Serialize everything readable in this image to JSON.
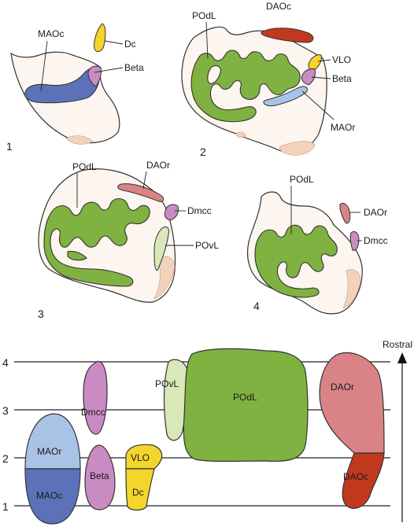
{
  "sections": [
    {
      "number": "1",
      "labels": {
        "maoc": "MAOc",
        "dc": "Dc",
        "beta": "Beta"
      }
    },
    {
      "number": "2",
      "labels": {
        "podl": "POdL",
        "daoc": "DAOc",
        "vlo": "VLO",
        "beta": "Beta",
        "maor": "MAOr"
      }
    },
    {
      "number": "3",
      "labels": {
        "podl": "POdL",
        "daor": "DAOr",
        "dmcc": "Dmcc",
        "povl": "POvL"
      }
    },
    {
      "number": "4",
      "labels": {
        "podl": "POdL",
        "daor": "DAOr",
        "dmcc": "Dmcc"
      }
    }
  ],
  "summary": {
    "levels": [
      "1",
      "2",
      "3",
      "4"
    ],
    "rostral_label": "Rostral",
    "regions": {
      "maor": "MAOr",
      "maoc": "MAOc",
      "dmcc": "Dmcc",
      "beta": "Beta",
      "vlo": "VLO",
      "dc": "Dc",
      "povl": "POvL",
      "podl": "POdL",
      "daor": "DAOr",
      "daoc": "DAOc"
    }
  },
  "colors": {
    "maoc": "#5b72b8",
    "maor": "#a9c3e6",
    "dc": "#f3d52b",
    "vlo": "#f3d52b",
    "beta": "#c98bc2",
    "dmcc": "#c98bc2",
    "daoc": "#c0391f",
    "daor": "#d98386",
    "podl": "#7fb241",
    "povl": "#d8e8b8",
    "tissue": "#fdf5ef",
    "shade": "#f2d2bb"
  }
}
